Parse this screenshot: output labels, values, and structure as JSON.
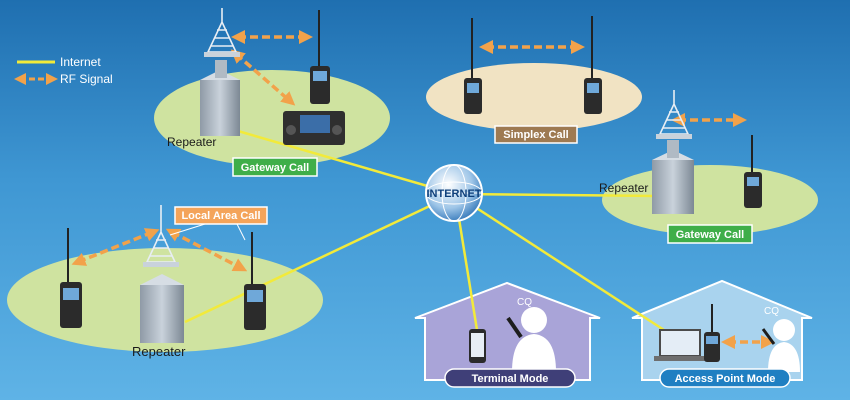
{
  "legend": {
    "internet": "Internet",
    "rf_signal": "RF Signal"
  },
  "labels": {
    "internet_globe": "INTERNET",
    "repeater_left_top": "Repeater",
    "repeater_right": "Repeater",
    "repeater_left_bottom": "Repeater",
    "gateway_call_left": "Gateway Call",
    "gateway_call_right": "Gateway Call",
    "simplex_call": "Simplex Call",
    "local_area_call": "Local Area Call",
    "terminal_mode": "Terminal Mode",
    "access_point_mode": "Access Point Mode",
    "cq_terminal": "CQ",
    "cq_access_point": "CQ"
  },
  "colors": {
    "internet_line": "#f2ea3a",
    "rf_arrow": "#f2a24a",
    "ellipse_green": "#cfe3a0",
    "ellipse_sand": "#f1e3c3",
    "tag_green": "#3fae49",
    "tag_brown": "#9e7a52",
    "tag_orange": "#f4a45a",
    "house_purple": "#a9a4d8",
    "house_blue": "#a9d3ee"
  }
}
